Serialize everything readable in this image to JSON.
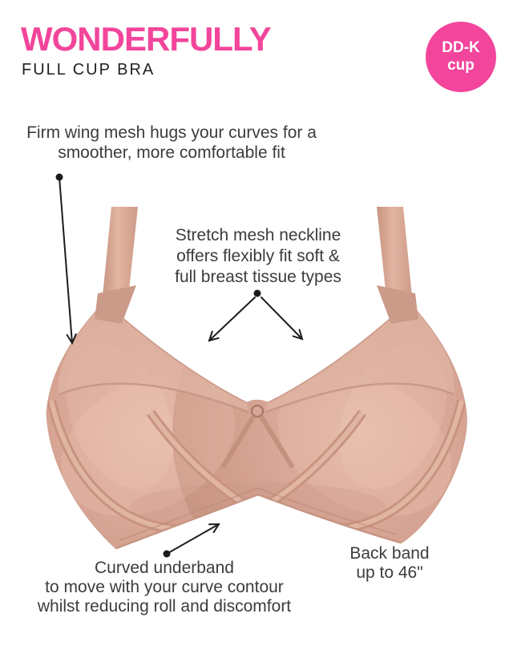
{
  "header": {
    "title": "WONDERFULLY",
    "subtitle": "FULL CUP BRA",
    "badge": {
      "line1": "DD-K",
      "line2": "cup"
    }
  },
  "annotations": {
    "wing_mesh": "Firm wing mesh hugs your curves for a\nsmoother, more comfortable fit",
    "stretch_neckline": "Stretch mesh neckline\noffers flexibly fit soft &\nfull breast tissue types",
    "curved_underband": "Curved underband\nto move with your curve contour\nwhilst reducing roll and discomfort",
    "back_band": "Back band\nup to 46\""
  },
  "illustration": {
    "alt": "Front view of a nude blush full cup bra with straps, mesh upper panels, centre ring and crossed curved underband"
  },
  "colors": {
    "accent_pink": "#F2459B",
    "heading_dark": "#1F1F1F",
    "text_dark": "#3C3C3C",
    "arrow": "#1C1C1C",
    "bra_base": "#D6A292",
    "bra_mesh": "#DFB3A3",
    "bra_shadow": "#C5917E",
    "bra_highlight": "#ECC3B2",
    "badge_text": "#FFFFFF",
    "bg": "#FFFFFF"
  }
}
